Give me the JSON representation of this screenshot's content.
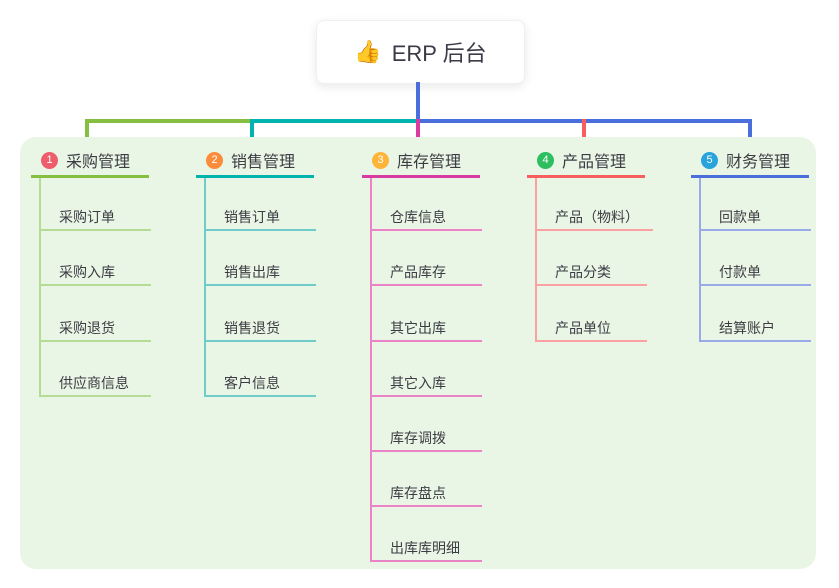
{
  "root": {
    "icon": "👍",
    "label": "ERP 后台"
  },
  "connector_color": "#4a6edb",
  "panel_bg": "#eaf6e5",
  "branches": [
    {
      "num": "1",
      "label": "采购管理",
      "badge_color": "#ee5d6c",
      "line_color": "#84bf41",
      "child_line_color": "#b5dc94",
      "children": [
        "采购订单",
        "采购入库",
        "采购退货",
        "供应商信息"
      ]
    },
    {
      "num": "2",
      "label": "销售管理",
      "badge_color": "#fb8c3c",
      "line_color": "#00b3ac",
      "child_line_color": "#6fccc7",
      "children": [
        "销售订单",
        "销售出库",
        "销售退货",
        "客户信息"
      ]
    },
    {
      "num": "3",
      "label": "库存管理",
      "badge_color": "#feb43a",
      "line_color": "#d93ba1",
      "child_line_color": "#ea84c6",
      "children": [
        "仓库信息",
        "产品库存",
        "其它出库",
        "其它入库",
        "库存调拨",
        "库存盘点",
        "出库库明细"
      ]
    },
    {
      "num": "4",
      "label": "产品管理",
      "badge_color": "#2dbe60",
      "line_color": "#f75f5f",
      "child_line_color": "#fba1a1",
      "children": [
        "产品（物料）",
        "产品分类",
        "产品单位"
      ]
    },
    {
      "num": "5",
      "label": "财务管理",
      "badge_color": "#28a3dc",
      "line_color": "#4a6edb",
      "child_line_color": "#98abe8",
      "children": [
        "回款单",
        "付款单",
        "结算账户"
      ]
    }
  ]
}
